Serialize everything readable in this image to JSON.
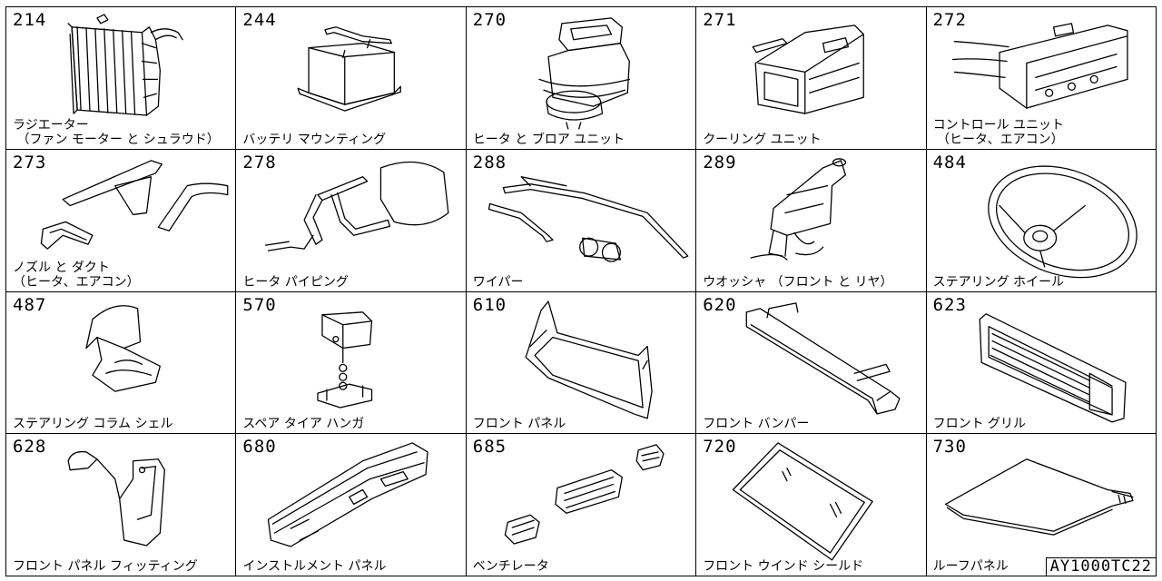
{
  "cells": [
    {
      "code": "214",
      "label": "ラジエーター\n （ファン モーター と シュラウド）",
      "icon": "radiator-icon"
    },
    {
      "code": "244",
      "label": "バッテリ マウンティング",
      "icon": "battery-mounting-icon"
    },
    {
      "code": "270",
      "label": "ヒータ と ブロア ユニット",
      "icon": "heater-blower-icon"
    },
    {
      "code": "271",
      "label": "クーリング ユニット",
      "icon": "cooling-unit-icon"
    },
    {
      "code": "272",
      "label": "コントロール ユニット\n （ヒータ、エアコン）",
      "icon": "control-unit-icon"
    },
    {
      "code": "273",
      "label": "ノズル と ダクト\n（ヒータ、エアコン）",
      "icon": "nozzle-duct-icon"
    },
    {
      "code": "278",
      "label": "ヒータ パイピング",
      "icon": "heater-piping-icon"
    },
    {
      "code": "288",
      "label": "ワイパー",
      "icon": "wiper-icon"
    },
    {
      "code": "289",
      "label": "ウオッシャ （フロント と リヤ）",
      "icon": "washer-icon"
    },
    {
      "code": "484",
      "label": "ステアリング ホイール",
      "icon": "steering-wheel-icon"
    },
    {
      "code": "487",
      "label": "ステアリング コラム シェル",
      "icon": "column-shell-icon"
    },
    {
      "code": "570",
      "label": "スペア タイア ハンガ",
      "icon": "spare-tire-hanger-icon"
    },
    {
      "code": "610",
      "label": "フロント パネル",
      "icon": "front-panel-icon"
    },
    {
      "code": "620",
      "label": "フロント バンパー",
      "icon": "front-bumper-icon"
    },
    {
      "code": "623",
      "label": "フロント グリル",
      "icon": "front-grille-icon"
    },
    {
      "code": "628",
      "label": "フロント パネル フィッティング",
      "icon": "panel-fitting-icon"
    },
    {
      "code": "680",
      "label": "インストルメント パネル",
      "icon": "instrument-panel-icon"
    },
    {
      "code": "685",
      "label": "ベンチレータ",
      "icon": "ventilator-icon"
    },
    {
      "code": "720",
      "label": "フロント ウインド シールド",
      "icon": "windshield-icon"
    },
    {
      "code": "730",
      "label": "ルーフパネル",
      "icon": "roof-panel-icon"
    }
  ],
  "catalog_code": "AY1000TC22"
}
